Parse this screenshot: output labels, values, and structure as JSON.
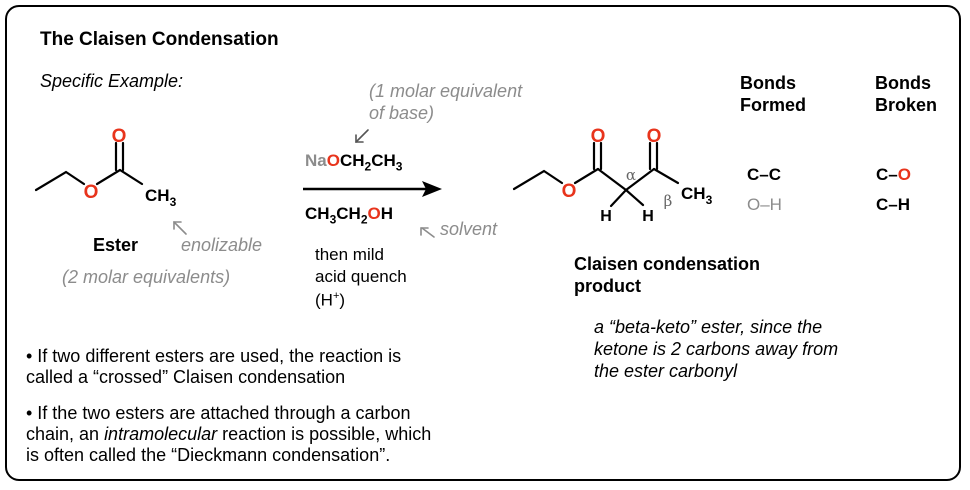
{
  "title": "The Claisen Condensation",
  "subtitle": "Specific Example:",
  "ester": {
    "o_label": "O",
    "ch3_label": "CH",
    "ch3_sub": "3",
    "name": "Ester",
    "enolizable": "enolizable",
    "equivalents": "(2 molar equivalents)"
  },
  "reagents": {
    "base_note_line1": "(1 molar equivalent",
    "base_note_line2": "of base)",
    "base_na": "Na",
    "base_o": "O",
    "base_rest": "CH",
    "base_sub1": "2",
    "base_rest2": "CH",
    "base_sub2": "3",
    "solvent_a": "CH",
    "solvent_sub1": "3",
    "solvent_b": "CH",
    "solvent_sub2": "2",
    "solvent_o": "O",
    "solvent_h": "H",
    "solvent_note": "solvent",
    "quench_line1": "then mild",
    "quench_line2": "acid quench",
    "quench_line3": "(H",
    "quench_sup": "+",
    "quench_close": ")"
  },
  "product": {
    "o_label": "O",
    "h_label": "H",
    "ch3_label": "CH",
    "ch3_sub": "3",
    "alpha": "α",
    "beta": "β",
    "name_line1": "Claisen condensation",
    "name_line2": "product",
    "note_line1": "a “beta-keto” ester, since the",
    "note_line2": "ketone is 2 carbons away from",
    "note_line3": "the ester carbonyl"
  },
  "bonds_formed": {
    "header_line1": "Bonds",
    "header_line2": "Formed",
    "item1": "C–C",
    "item2": "O–H"
  },
  "bonds_broken": {
    "header_line1": "Bonds",
    "header_line2": "Broken",
    "item1_c": "C–",
    "item1_o": "O",
    "item2": "C–H"
  },
  "bullets": {
    "b1_line1": "• If two different esters are used, the reaction is",
    "b1_line2": "called a “crossed” Claisen condensation",
    "b2_line1": "• If the two esters are attached through a carbon",
    "b2_line2_pre": "chain, an ",
    "b2_line2_em": "intramolecular",
    "b2_line2_post": " reaction is possible, which",
    "b2_line3": "is often called the “Dieckmann condensation”."
  },
  "colors": {
    "oxygen": "#e8341c",
    "gray": "#8c8c8c"
  }
}
